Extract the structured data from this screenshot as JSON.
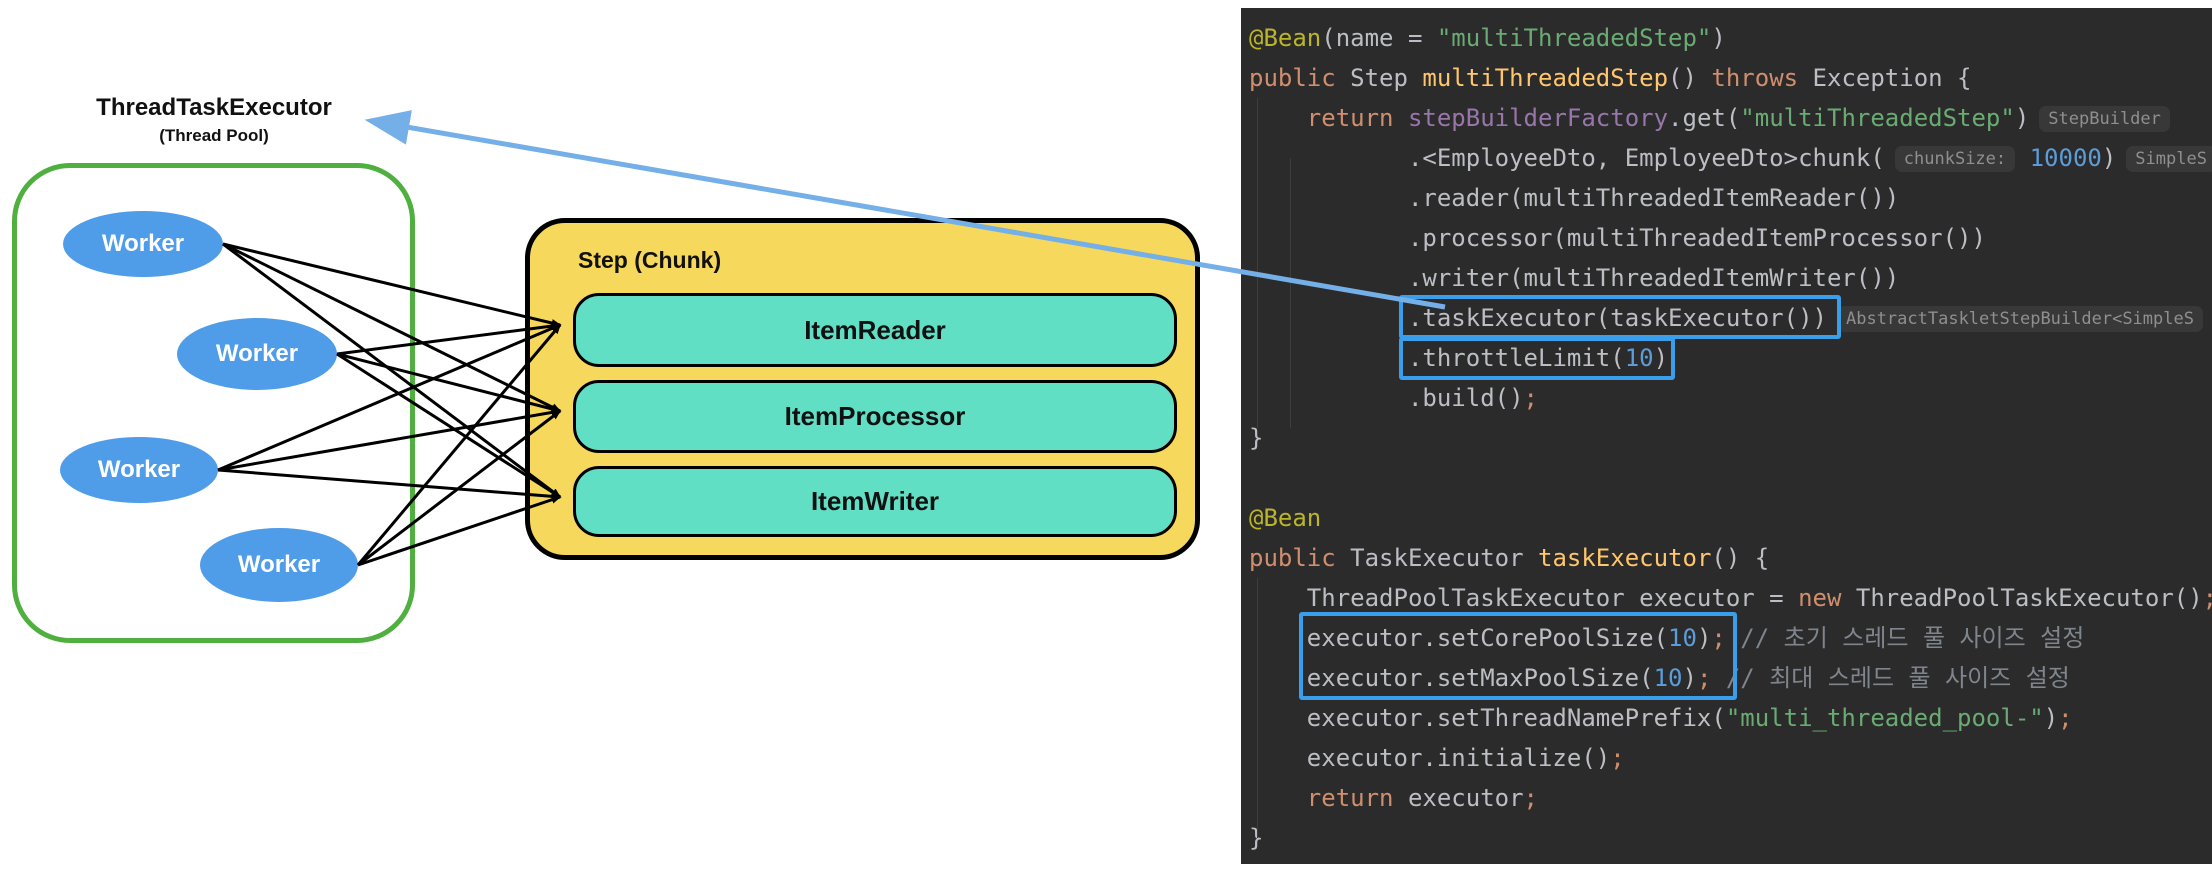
{
  "diagram": {
    "executor_title": "ThreadTaskExecutor",
    "executor_subtitle": "(Thread Pool)",
    "workers": [
      "Worker",
      "Worker",
      "Worker",
      "Worker"
    ],
    "step_title": "Step (Chunk)",
    "step_items": [
      "ItemReader",
      "ItemProcessor",
      "ItemWriter"
    ],
    "colors": {
      "pool_border_green": "#4faf3f",
      "worker_blue": "#4f9ce9",
      "step_yellow": "#f5d85c",
      "item_teal": "#61dfc5",
      "arrow_blue": "#74afe8",
      "connector_black": "#000000"
    }
  },
  "code": {
    "colors": {
      "background": "#2b2b2b",
      "default_text": "#bcbec4",
      "keyword_orange": "#cf8e6d",
      "annotation_yellow": "#bbb529",
      "string_green": "#6aab73",
      "number_blue": "#5c9cd8",
      "field_purple": "#9876aa",
      "method_gold": "#ffc66d",
      "comment_gray": "#7f858d",
      "inlay_hint_gray": "#8f8f8f",
      "highlight_box_blue": "#3b9eeb"
    },
    "lines": [
      {
        "sp": 0,
        "seg": [
          [
            "ann",
            "@Bean"
          ],
          [
            "d",
            "(name = "
          ],
          [
            "str",
            "\"multiThreadedStep\""
          ],
          [
            "d",
            ")"
          ]
        ]
      },
      {
        "sp": 0,
        "seg": [
          [
            "kw",
            "public"
          ],
          [
            "d",
            " Step "
          ],
          [
            "mth",
            "multiThreadedStep"
          ],
          [
            "d",
            "() "
          ],
          [
            "kw",
            "throws"
          ],
          [
            "d",
            " Exception {"
          ]
        ]
      },
      {
        "sp": 4,
        "seg": [
          [
            "kw",
            "return"
          ],
          [
            "d",
            " "
          ],
          [
            "fld",
            "stepBuilderFactory"
          ],
          [
            "d",
            ".get("
          ],
          [
            "str",
            "\"multiThreadedStep\""
          ],
          [
            "d",
            ")"
          ],
          [
            "hint",
            "StepBuilder"
          ]
        ]
      },
      {
        "sp": 11,
        "seg": [
          [
            "d",
            ".<EmployeeDto, EmployeeDto>chunk("
          ],
          [
            "hint",
            "chunkSize:"
          ],
          [
            "d",
            " "
          ],
          [
            "num",
            "10000"
          ],
          [
            "d",
            ")"
          ],
          [
            "hint",
            "SimpleS"
          ]
        ]
      },
      {
        "sp": 11,
        "seg": [
          [
            "d",
            ".reader(multiThreadedItemReader())"
          ]
        ]
      },
      {
        "sp": 11,
        "seg": [
          [
            "d",
            ".processor(multiThreadedItemProcessor())"
          ]
        ]
      },
      {
        "sp": 11,
        "seg": [
          [
            "d",
            ".writer(multiThreadedItemWriter())"
          ]
        ]
      },
      {
        "sp": 11,
        "seg": [
          [
            "d",
            ".taskExecutor(taskExecutor())"
          ],
          [
            "hint",
            "AbstractTaskletStepBuilder<SimpleS"
          ]
        ]
      },
      {
        "sp": 11,
        "seg": [
          [
            "d",
            ".throttleLimit("
          ],
          [
            "num",
            "10"
          ],
          [
            "d",
            ")"
          ]
        ]
      },
      {
        "sp": 11,
        "seg": [
          [
            "d",
            ".build()"
          ],
          [
            "kw",
            ";"
          ]
        ]
      },
      {
        "sp": 0,
        "seg": [
          [
            "d",
            "}"
          ]
        ]
      },
      {
        "sp": 0,
        "seg": []
      },
      {
        "sp": 0,
        "seg": [
          [
            "ann",
            "@Bean"
          ]
        ]
      },
      {
        "sp": 0,
        "seg": [
          [
            "kw",
            "public"
          ],
          [
            "d",
            " TaskExecutor "
          ],
          [
            "mth",
            "taskExecutor"
          ],
          [
            "d",
            "() {"
          ]
        ]
      },
      {
        "sp": 4,
        "seg": [
          [
            "d",
            "ThreadPoolTaskExecutor executor = "
          ],
          [
            "kw",
            "new"
          ],
          [
            "d",
            " ThreadPoolTaskExecutor()"
          ],
          [
            "kw",
            ";"
          ]
        ]
      },
      {
        "sp": 4,
        "seg": [
          [
            "d",
            "executor.setCorePoolSize("
          ],
          [
            "num",
            "10"
          ],
          [
            "d",
            ")"
          ],
          [
            "kw",
            ";"
          ],
          [
            "d",
            " "
          ],
          [
            "cm",
            "// 초기 스레드 풀 사이즈 설정"
          ]
        ]
      },
      {
        "sp": 4,
        "seg": [
          [
            "d",
            "executor.setMaxPoolSize("
          ],
          [
            "num",
            "10"
          ],
          [
            "d",
            ")"
          ],
          [
            "kw",
            ";"
          ],
          [
            "d",
            " "
          ],
          [
            "cm",
            "// 최대 스레드 풀 사이즈 설정"
          ]
        ]
      },
      {
        "sp": 4,
        "seg": [
          [
            "d",
            "executor.setThreadNamePrefix("
          ],
          [
            "str",
            "\"multi_threaded_pool-\""
          ],
          [
            "d",
            ")"
          ],
          [
            "kw",
            ";"
          ]
        ]
      },
      {
        "sp": 4,
        "seg": [
          [
            "d",
            "executor.initialize()"
          ],
          [
            "kw",
            ";"
          ]
        ]
      },
      {
        "sp": 4,
        "seg": [
          [
            "kw",
            "return"
          ],
          [
            "d",
            " executor"
          ],
          [
            "kw",
            ";"
          ]
        ]
      },
      {
        "sp": 0,
        "seg": [
          [
            "d",
            "}"
          ]
        ]
      }
    ]
  }
}
